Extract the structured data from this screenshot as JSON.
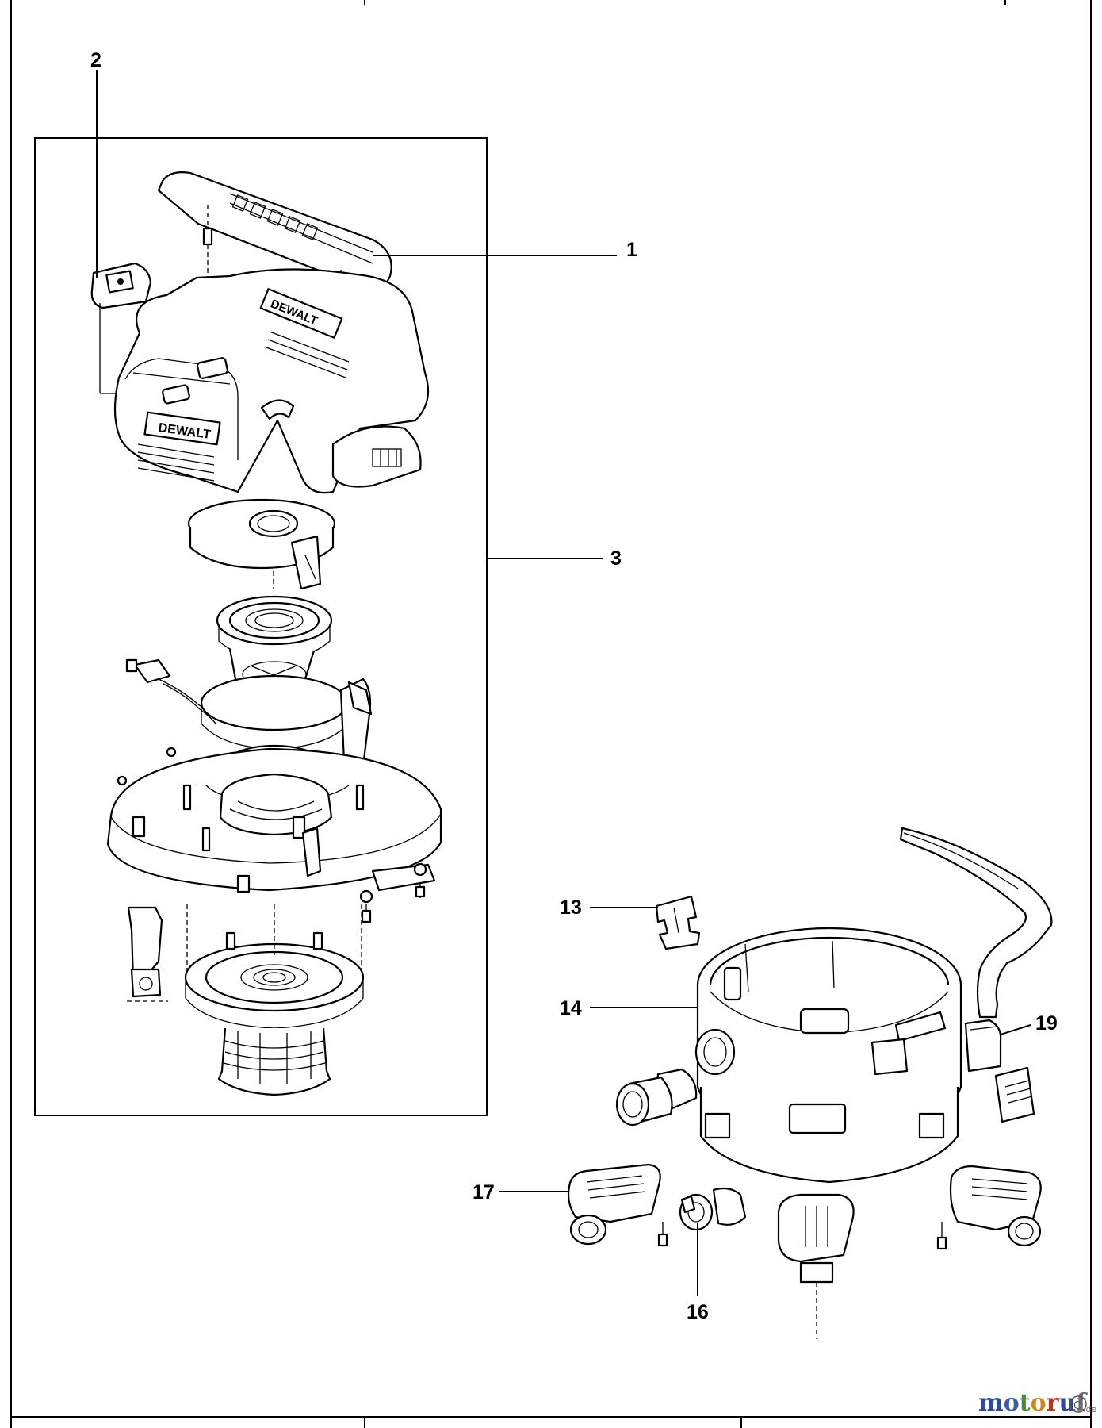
{
  "callouts": {
    "c1": "1",
    "c2": "2",
    "c3": "3",
    "c13": "13",
    "c14": "14",
    "c16": "16",
    "c17": "17",
    "c19": "19"
  },
  "watermark": {
    "letters": [
      "m",
      "o",
      "t",
      "o",
      "r",
      "u",
      "f"
    ],
    "suffix": ".de",
    "colors": [
      "#2a4a9a",
      "#3a5aa8",
      "#4a8a3a",
      "#c88a20",
      "#b83020",
      "#2a4a9a",
      "#6a6a6a"
    ]
  }
}
